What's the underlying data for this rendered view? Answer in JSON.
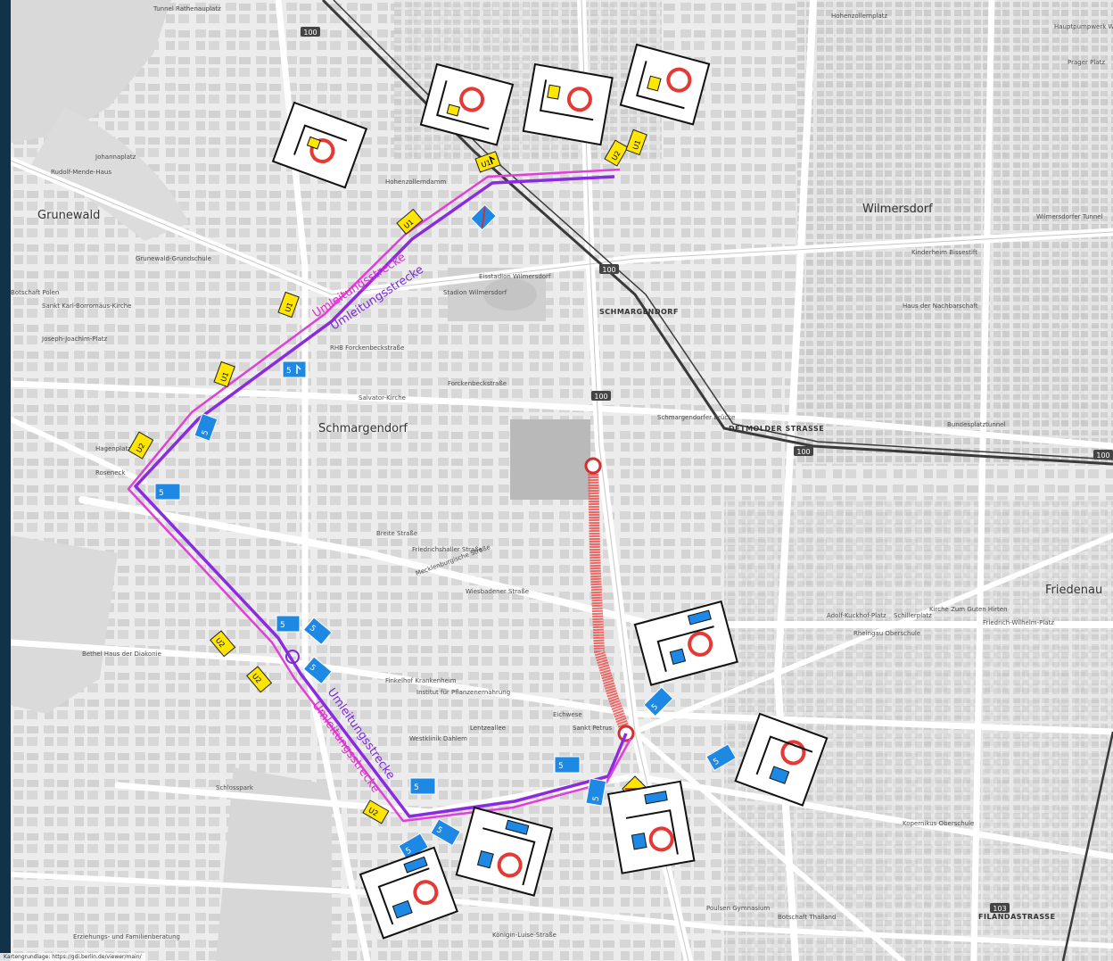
{
  "districts": {
    "grunewald": "Grunewald",
    "wilmersdorf": "Wilmersdorf",
    "schmargendorf_big": "Schmargendorf",
    "schmargendorf_caps": "SCHMARGENDORF",
    "friedenau": "Friedenau"
  },
  "poi_labels": {
    "tunnel_rathenauplatz": "Tunnel Rathenauplatz",
    "hohenzollerndamm": "Hohenzollerndamm",
    "stadion": "Stadion Wilmersdorf",
    "eisstadion": "Eisstadion Wilmersdorf",
    "rhb": "RHB Forckenbeckstraße",
    "forckenbeckstrasse": "Forckenbeckstraße",
    "salvator": "Salvator-Kirche",
    "breitestrasse": "Breite Straße",
    "mecklenburgische": "Mecklenburgische Straße",
    "friedrichshaller": "Friedrichshaller Straße",
    "wiesbadener": "Wiesbadener Straße",
    "detmolder": "DETMOLDER STRASSE",
    "schmargendorfer_bruecke": "Schmargendorfer Brücke",
    "bundesplatztunnel": "Bundesplatztunnel",
    "wilmersdorfer_tunnel": "Wilmersdorfer Tunnel",
    "kirche_zum_guten_hirten": "Kirche Zum Guten Hirten",
    "friedrich_wilhelm": "Friedrich-Wilhelm-Platz",
    "schillerplatz": "Schillerplatz",
    "adolf_kurch": "Adolf-Kuckhof-Platz",
    "rheingau": "Rheingau Oberschule",
    "lentzeallee": "Lentzeallee",
    "filandastrasse": "FILANDASTRASSE",
    "koenigin_luise": "Königin-Luise-Straße",
    "hagenplatz": "Hagenplatz",
    "roseneck": "Roseneck",
    "rudolf_mende": "Rudolf-Mende-Haus",
    "johannaplatz": "Johannaplatz",
    "sankt_karl": "Sankt Karl-Borromäus-Kirche",
    "joseph_joachim": "Joseph-Joachim-Platz",
    "hochschule_polen": "Botschaft Polen",
    "grunewald_grundschule": "Grunewald-Grundschule",
    "hohenzollernplatz": "Hohenzollernplatz",
    "hauptpumpwerk": "Hauptpumpwerk Wilmersdorf",
    "pragerplatz": "Prager Platz",
    "kinderheim": "Kinderheim Bissestift",
    "haus_nachbarschaft": "Haus der Nachbarschaft",
    "kopernikus": "Kopernikus Oberschule",
    "poulsen": "Poulsen Gymnasium",
    "botschaft_thailand": "Botschaft Thailand",
    "institut": "Institut für Pflanzenernährung",
    "finkelhof": "Finkelhof Krankenheim",
    "westklinik": "Westklinik Dahlem",
    "bethel": "Bethel Haus der Diakonie",
    "eichwese": "Eichwese",
    "schlosspark": "Schlosspark",
    "erziehung": "Erziehungs- und Familienberatung",
    "sankt_petrus": "Sankt Petrus"
  },
  "road_numbers": [
    "100",
    "100",
    "100",
    "100",
    "100",
    "103"
  ],
  "detour": {
    "label_violet": "Umleitungsstrecke",
    "label_magenta": "Umleitungsstrecke",
    "color_violet": "#8a2be2",
    "color_magenta": "#e040d8",
    "closure_color": "#ef5350"
  },
  "sign_codes": {
    "u1": "U1",
    "u2": "U2",
    "five": "5"
  },
  "credit": "Kartengrundlage: https://gdi.berlin.de/viewer/main/"
}
